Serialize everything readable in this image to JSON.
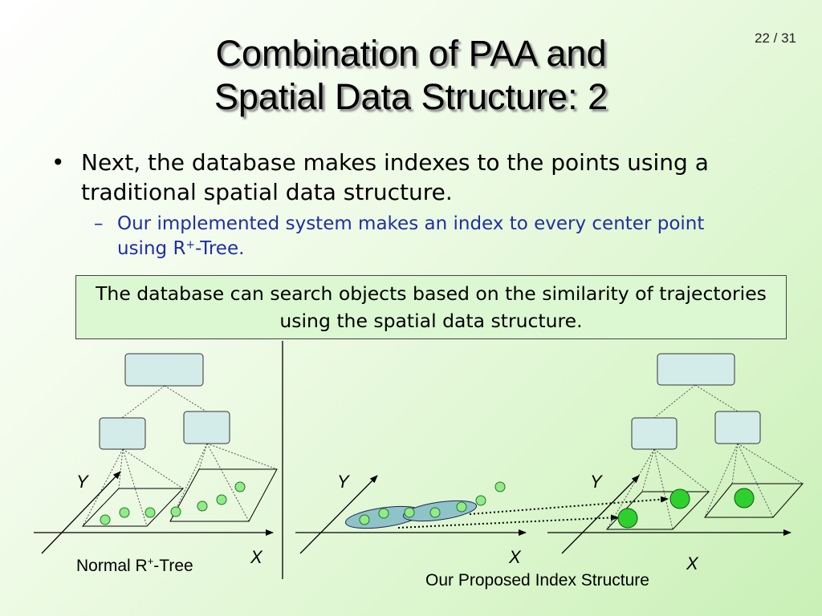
{
  "slide": {
    "title_line1": "Combination of PAA and",
    "title_line2": "Spatial Data Structure: 2",
    "page_number": "22 / 31"
  },
  "bullet": {
    "marker": "•",
    "text": "Next, the database makes indexes to the points using a traditional spatial data structure."
  },
  "sub_bullet": {
    "marker": "–",
    "text_before": "Our implemented system makes an index to every center point using R",
    "superscript": "+",
    "text_after": "-Tree."
  },
  "callout": {
    "text": "The database can search objects based on the similarity of trajectories using the spatial data structure."
  },
  "diagram": {
    "left_caption": {
      "before": "Normal R",
      "superscript": "+",
      "after": "-Tree"
    },
    "right_caption": "Our Proposed Index Structure",
    "axis_y": "Y",
    "axis_x": "X"
  },
  "colors": {
    "node_fill": "#d4ece9",
    "point_fill": "#90ec88",
    "big_point_fill": "#2ed02e",
    "ellipse_fill": "#8ec3c8",
    "callout_fill": "#dcf8d2",
    "sub_bullet_text": "#1f2fa3"
  }
}
